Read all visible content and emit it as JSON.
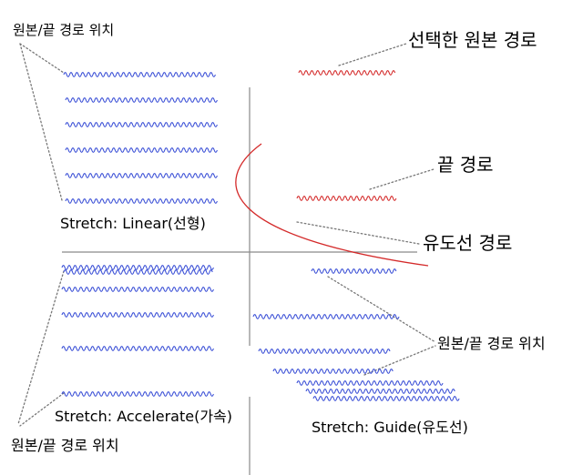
{
  "labels": {
    "endpoints_top": "원본/끝 경로 위치",
    "selected_original_path": "선택한 원본 경로",
    "end_path": "끝 경로",
    "guide_path": "유도선 경로",
    "stretch_linear": "Stretch:  Linear(선형)",
    "endpoints_right": "원본/끝 경로 위치",
    "stretch_accelerate": "Stretch:  Accelerate(가속)",
    "stretch_guide": "Stretch:  Guide(유도선)",
    "endpoints_bottom": "원본/끝 경로 위치"
  },
  "colors": {
    "blend_waves": "#3a4fd6",
    "selected_paths": "#d42a2a",
    "axes": "#8a8a8a",
    "leaders": "#777777",
    "text": "#000000"
  }
}
